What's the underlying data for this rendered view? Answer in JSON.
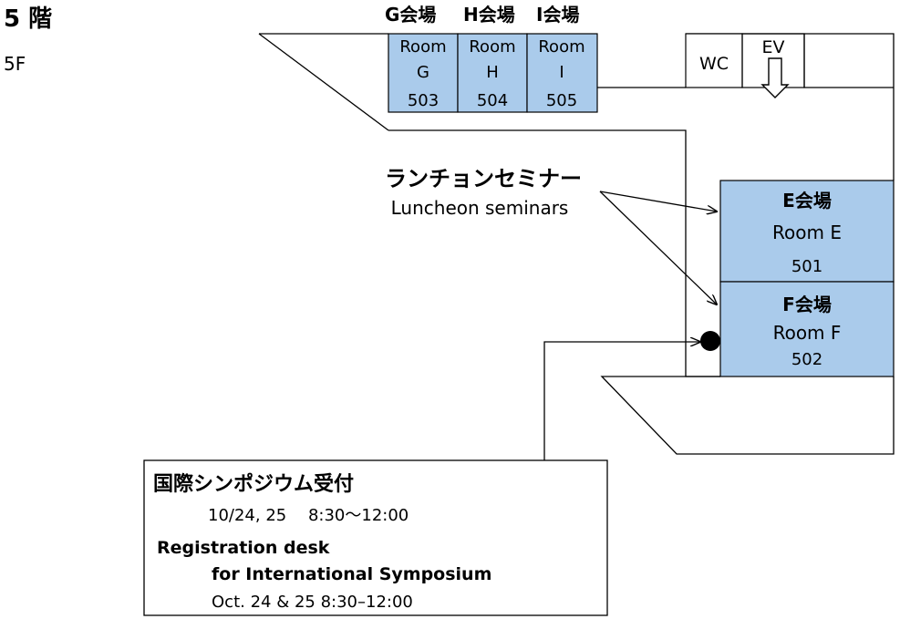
{
  "floor": {
    "title": "5 階",
    "subtitle": "5F"
  },
  "top_labels": {
    "g": "G会場",
    "h": "H会場",
    "i": "I会場"
  },
  "rooms": {
    "g": {
      "line1": "Room",
      "line2": "G",
      "number": "503"
    },
    "h": {
      "line1": "Room",
      "line2": "H",
      "number": "504"
    },
    "i": {
      "line1": "Room",
      "line2": "I",
      "number": "505"
    },
    "e": {
      "label_ja": "E会場",
      "label_en": "Room E",
      "number": "501"
    },
    "f": {
      "label_ja": "F会場",
      "label_en": "Room F",
      "number": "502"
    }
  },
  "facilities": {
    "wc": "WC",
    "ev": "EV"
  },
  "luncheon": {
    "ja": "ランチョンセミナー",
    "en": "Luncheon seminars"
  },
  "registration": {
    "title_ja": "国際シンポジウム受付",
    "time_ja": "10/24, 25　 8:30〜12:00",
    "title_en_1": "Registration desk",
    "title_en_2": "for International Symposium",
    "time_en": "Oct. 24 & 25  8:30–12:00"
  },
  "colors": {
    "room_fill": "#aacbeb",
    "line": "#000000",
    "background": "#ffffff"
  }
}
